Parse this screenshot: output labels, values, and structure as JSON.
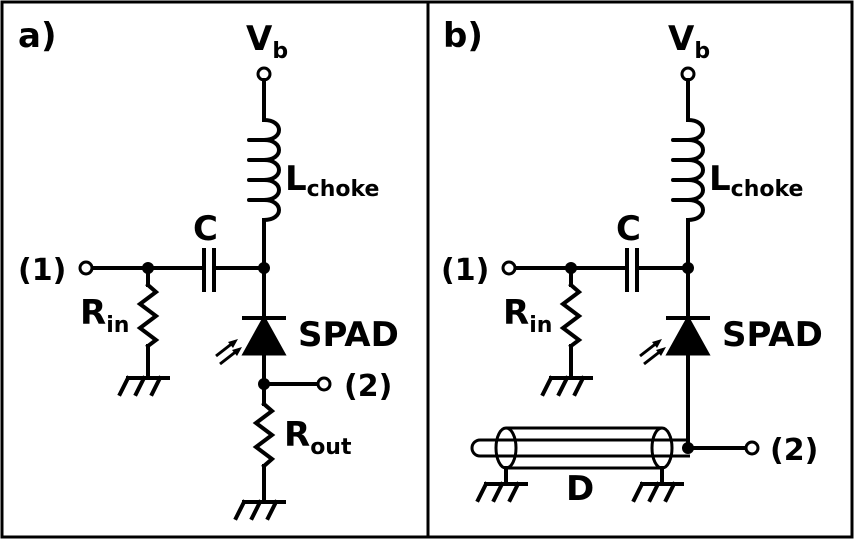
{
  "panels": [
    {
      "tag": "a)",
      "vb": {
        "main": "V",
        "sub": "b"
      },
      "inductor": {
        "main": "L",
        "sub": "choke"
      },
      "capacitor": "C",
      "input": "(1)",
      "rin": {
        "main": "R",
        "sub": "in"
      },
      "diode": "SPAD",
      "output": "(2)",
      "rout": {
        "main": "R",
        "sub": "out"
      }
    },
    {
      "tag": "b)",
      "vb": {
        "main": "V",
        "sub": "b"
      },
      "inductor": {
        "main": "L",
        "sub": "choke"
      },
      "capacitor": "C",
      "input": "(1)",
      "rin": {
        "main": "R",
        "sub": "in"
      },
      "diode": "SPAD",
      "output": "(2)",
      "delay": "D"
    }
  ],
  "colors": {
    "ink": "#000000",
    "background": "#ffffff"
  }
}
